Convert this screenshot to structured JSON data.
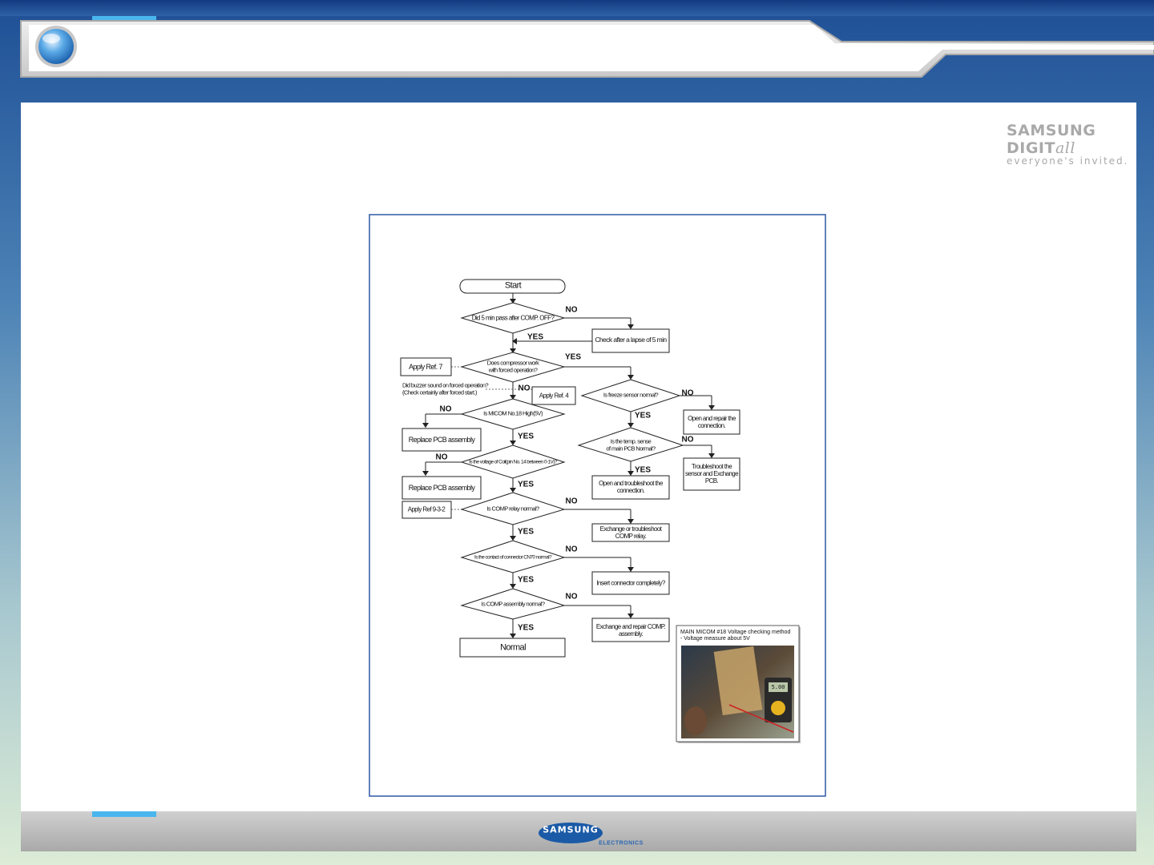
{
  "branding": {
    "digitall_line1": "SAMSUNG DIGIT",
    "digitall_suffix": "all",
    "digitall_line2": "everyone's invited.",
    "footer_logo": "SAMSUNG",
    "footer_sub": "ELECTRONICS"
  },
  "flowchart": {
    "start": "Start",
    "q_five_min": "Did 5 min pass after COMP. OFF?",
    "check_after": "Check after a lapse of 5 min",
    "q_comp_forced_1": "Does compressor work",
    "q_comp_forced_2": "with forced operation?",
    "apply_ref7": "Apply Ref. 7",
    "buzzer_note_1": "Did buzzer sound on forced operation?",
    "buzzer_note_2": "(Check certainly after forced start.)",
    "apply_ref4": "Apply Ref. 4",
    "q_freeze_sensor": "Is freeze sensor normal?",
    "open_repair_1": "Open and repair the",
    "open_repair_2": "connection.",
    "q_micom": "Is MICOM No.18 High(5V)",
    "replace_pcb_1": "Replace PCB assembly",
    "q_temp_1": "Is the temp. sense",
    "q_temp_2": "of main PCB Normal?",
    "troubleshoot_1": "Troubleshoot the",
    "troubleshoot_2": "sensor and Exchange",
    "troubleshoot_3": "PCB.",
    "q_voltage": "Is the voltage of Coil(pin No. 14 between 0-1V)?",
    "open_troubleshoot_1": "Open and troubleshoot the",
    "open_troubleshoot_2": "connection.",
    "replace_pcb_2": "Replace PCB assembly",
    "apply_ref932": "Apply Ref 9-3-2",
    "q_relay": "Is COMP relay normal?",
    "exchange_relay_1": "Exchange or troubleshoot",
    "exchange_relay_2": "COMP relay.",
    "q_contact": "Is the contact of connector CN70 normal?",
    "insert_connector": "Insert connector completely?",
    "q_comp_assembly": "Is COMP assembly normal?",
    "exchange_comp_1": "Exchange and repair COMP.",
    "exchange_comp_2": "assembly.",
    "normal": "Normal",
    "yes": "YES",
    "no": "NO"
  },
  "photo": {
    "caption_line1": "MAIN MICOM #18 Voltage checking method",
    "caption_line2": "- Voltage measure about 5V",
    "meter_reading": "5.00"
  }
}
